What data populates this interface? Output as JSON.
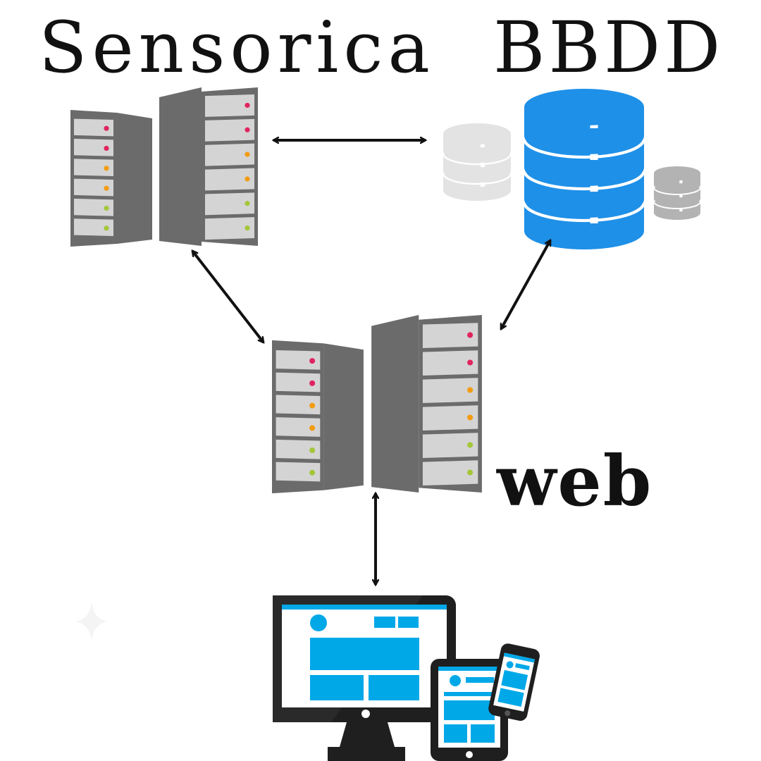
{
  "labels": {
    "sensorica": "Sensorica",
    "bbdd": "BBDD",
    "web": "web"
  },
  "icons": {
    "sensor_server": "server-rack-icon",
    "database": "database-stack-icon",
    "web_server": "server-rack-icon",
    "client_devices": "responsive-devices-icon"
  },
  "colors": {
    "server_dark": "#6b6b6b",
    "server_panel": "#d4d4d4",
    "led_red": "#e0245e",
    "led_orange": "#f39c12",
    "led_green": "#a4c639",
    "db_blue": "#1e90e8",
    "db_light": "#e3e3e3",
    "db_grey": "#b3b3b3",
    "screen_blue": "#00a8e8",
    "device_black": "#1f1f1f",
    "arrow": "#111111"
  }
}
